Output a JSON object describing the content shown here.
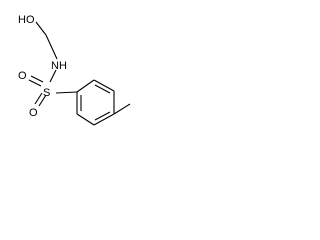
{
  "molecule": {
    "atoms": {
      "hydroxyl": "HO",
      "amine": "NH",
      "sulfur": "S",
      "oxygen_top": "O",
      "oxygen_bottom": "O"
    },
    "colors": {
      "bond": "#000000",
      "label": "#000000",
      "background": "#ffffff"
    }
  }
}
